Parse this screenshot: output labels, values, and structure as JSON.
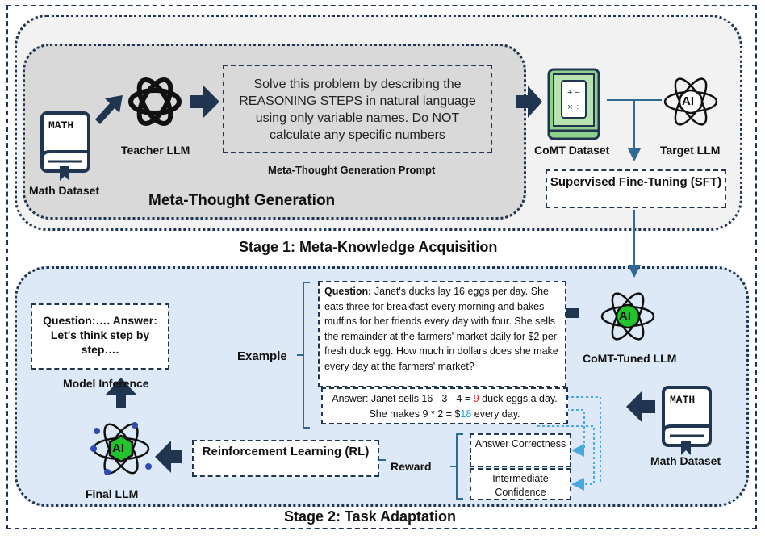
{
  "stage1": {
    "title": "Stage 1: Meta-Knowledge Acquisition",
    "generation_title": "Meta-Thought Generation",
    "math_dataset_label": "Math Dataset",
    "teacher_llm_label": "Teacher LLM",
    "prompt_text": "Solve this problem by describing the REASONING STEPS in natural language using only variable names. Do NOT calculate any specific numbers",
    "prompt_caption": "Meta-Thought Generation Prompt",
    "comt_dataset_label": "CoMT Dataset",
    "target_llm_label": "Target LLM",
    "sft_label": "Supervised Fine-Tuning (SFT)",
    "book_text": "MATH",
    "ai_text": "AI"
  },
  "stage2": {
    "title": "Stage 2: Task Adaptation",
    "model_inference_text": "Question:…. Answer: Let's think step by step….",
    "model_inference_label": "Model Inference",
    "example_label": "Example",
    "question_prefix": "Question:",
    "question_text": " Janet's ducks lay 16 eggs per day. She eats three for breakfast every morning and bakes muffins for her friends every day with four. She sells the remainder at the farmers' market daily for $2 per fresh duck egg. How much in dollars does she make every day at the farmers' market?",
    "answer_part1": "Answer: Janet sells 16 - 3 - 4 = ",
    "answer_highlight1": "9",
    "answer_part2": " duck eggs a day. She makes 9 * 2 = $",
    "answer_highlight2": "18",
    "answer_part3": " every day.",
    "comt_tuned_label": "CoMT-Tuned LLM",
    "math_dataset_label": "Math Dataset",
    "rl_label": "Reinforcement Learning (RL)",
    "reward_label": "Reward",
    "reward_items": [
      "Answer Correctness",
      "Intermediate Confidence"
    ],
    "final_llm_label": "Final LLM",
    "book_text": "MATH",
    "ai_text": "AI"
  },
  "colors": {
    "dark_navy": "#1f3550",
    "arrow_blue": "#2e6a91",
    "dotted_cyan": "#4aa8e0",
    "ai_green": "#22c32c",
    "highlight_red": "#e8262a",
    "highlight_blue": "#1fa3dc",
    "book_green": "#8fd18a",
    "stage2_bg": "#dde9f6",
    "gen_bg": "#d9d9d9"
  }
}
